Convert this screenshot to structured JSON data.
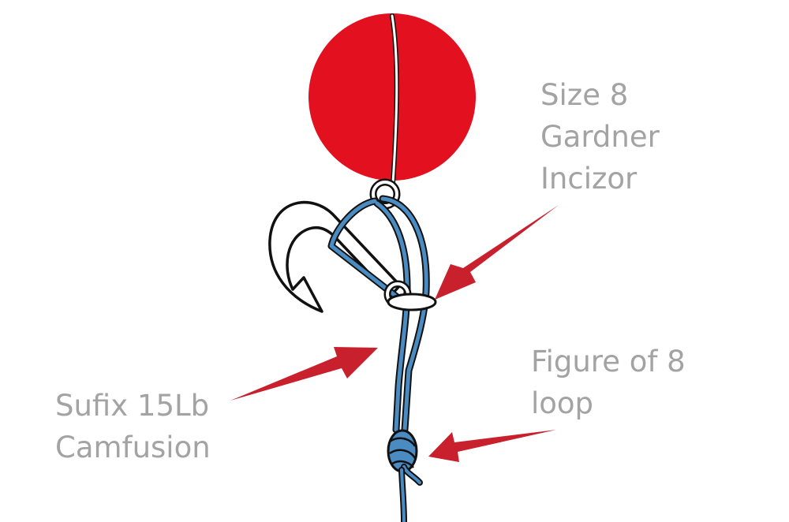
{
  "labels": {
    "hook": [
      "Size 8",
      "Gardner",
      "Incizor"
    ],
    "loop": [
      "Figure of 8",
      "loop"
    ],
    "line": [
      "Sufix 15Lb",
      "Camfusion"
    ]
  },
  "colors": {
    "bait": "#e3101f",
    "line": "#4a8bc2",
    "arrow": "#c8202c",
    "label_text": "#a3a3a3",
    "outline": "#111111"
  }
}
